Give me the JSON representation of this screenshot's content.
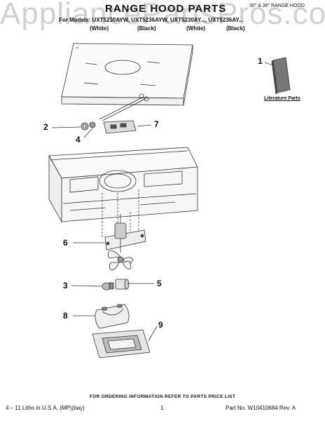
{
  "watermark": "AppliancePartsPros.com",
  "header": {
    "title": "RANGE HOOD PARTS",
    "model_type": "30\" & 36\" RANGE HOOD",
    "for_models": "For Models: UXT5230AYW, UXT5236AYW, UXT5230AY..., UXT5236AY...",
    "colors": [
      "(White)",
      "(Black)",
      "(White)",
      "(Black)"
    ]
  },
  "callouts": {
    "c1": "1",
    "c2": "2",
    "c3": "3",
    "c4": "4",
    "c5": "5",
    "c6": "6",
    "c7": "7",
    "c8": "8",
    "c9": "9"
  },
  "literature_label": "Literature Parts",
  "footer": {
    "order_info": "FOR ORDERING INFORMATION REFER TO PARTS PRICE LIST",
    "left": "4 – 11 Litho in U.S.A. (MP)(bay)",
    "page": "1",
    "part_no": "Part No. W10410684 Rev. A"
  }
}
